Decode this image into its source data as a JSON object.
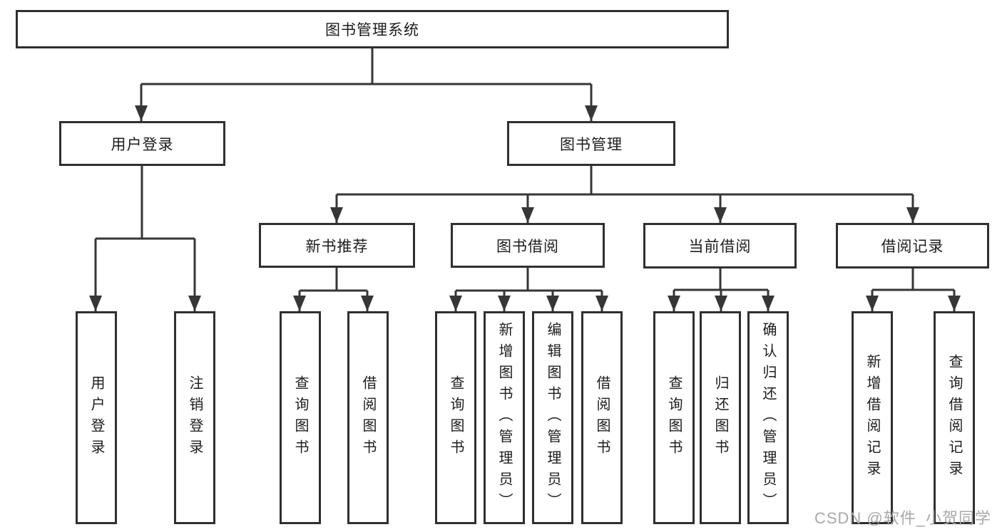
{
  "diagram": {
    "root": {
      "label": "图书管理系统"
    },
    "level2": {
      "user_login": {
        "label": "用户登录"
      },
      "book_mgmt": {
        "label": "图书管理"
      }
    },
    "level3": {
      "new_book_rec": {
        "label": "新书推荐"
      },
      "book_borrow": {
        "label": "图书借阅"
      },
      "current_borrow": {
        "label": "当前借阅"
      },
      "borrow_records": {
        "label": "借阅记录"
      }
    },
    "leaves": {
      "user_login_children": [
        "用户登录",
        "注销登录"
      ],
      "new_book_rec_children": [
        "查询图书",
        "借阅图书"
      ],
      "book_borrow_children": [
        "查询图书",
        "新增图书（管理员）",
        "编辑图书（管理员）",
        "借阅图书"
      ],
      "current_borrow_children": [
        "查询图书",
        "归还图书",
        "确认归还（管理员）"
      ],
      "borrow_records_children": [
        "新增借阅记录",
        "查询借阅记录"
      ]
    }
  },
  "watermark": {
    "text": "CSDN @软件_小贺同学"
  },
  "colors": {
    "line": "#363636",
    "box_border": "#2f2f2f",
    "text": "#1c1c1c",
    "watermark": "#a9a9a9",
    "background": "#ffffff"
  }
}
